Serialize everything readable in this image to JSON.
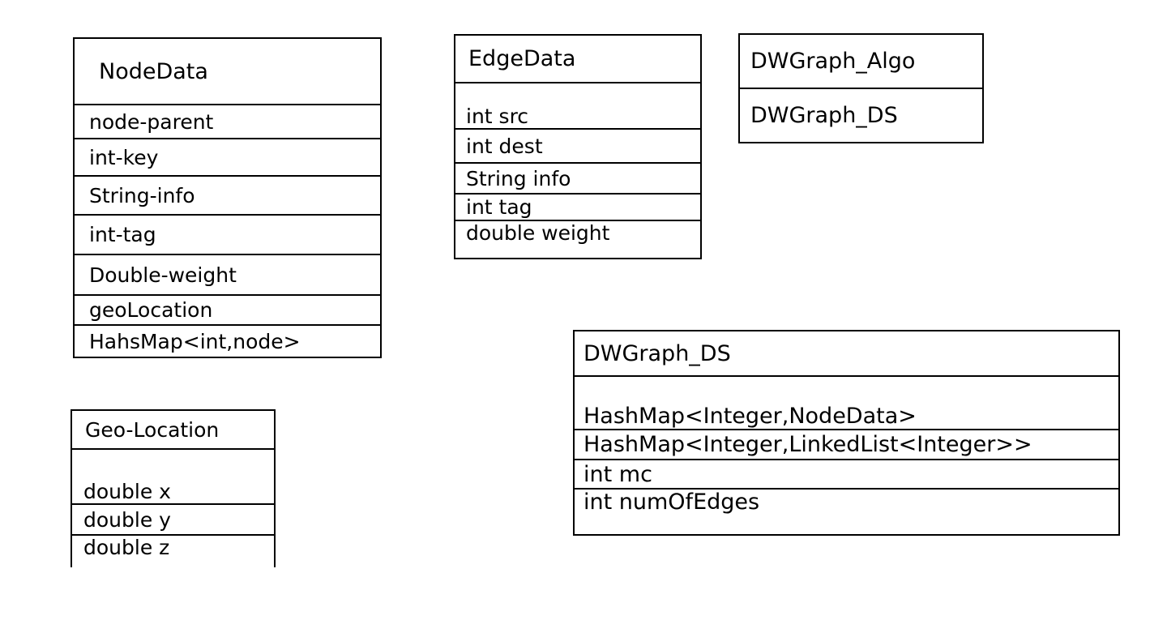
{
  "diagram": {
    "type": "uml-class-diagram",
    "background_color": "#ffffff",
    "line_color": "#000000",
    "text_color": "#000000",
    "classes": [
      {
        "id": "nodedata",
        "name": "NodeData",
        "attributes": [
          "node-parent",
          "int-key",
          "String-info",
          "int-tag",
          "Double-weight",
          "geoLocation",
          "HahsMap<int,node>"
        ]
      },
      {
        "id": "edgedata",
        "name": "EdgeData",
        "attributes": [
          "int src",
          "int dest",
          "String info",
          "int tag",
          "double weight"
        ]
      },
      {
        "id": "dwgraph_algo",
        "name": "DWGraph_Algo",
        "attributes": [
          "DWGraph_DS"
        ]
      },
      {
        "id": "geolocation",
        "name": "Geo-Location",
        "attributes": [
          "double x",
          "double y",
          "double z"
        ]
      },
      {
        "id": "dwgraph_ds",
        "name": "DWGraph_DS",
        "attributes": [
          "HashMap<Integer,NodeData>",
          "HashMap<Integer,LinkedList<Integer>>",
          "int mc",
          "int numOfEdges"
        ]
      }
    ]
  }
}
